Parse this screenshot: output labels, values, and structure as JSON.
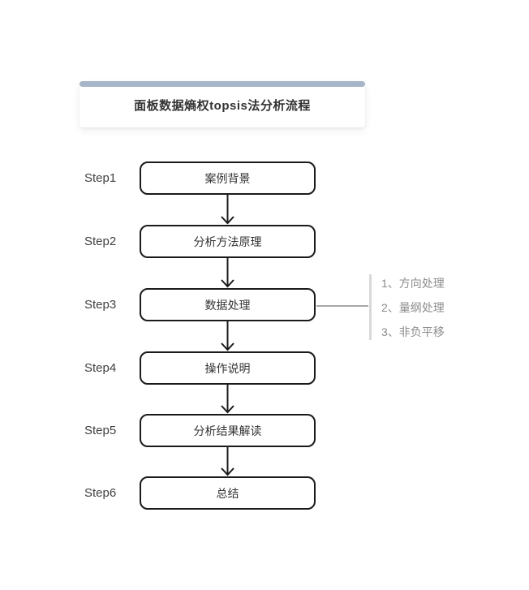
{
  "header": {
    "title": "面板数据熵权topsis法分析流程",
    "accent_color": "#a6b5c7"
  },
  "steps": [
    {
      "label": "Step1",
      "title": "案例背景"
    },
    {
      "label": "Step2",
      "title": "分析方法原理"
    },
    {
      "label": "Step3",
      "title": "数据处理"
    },
    {
      "label": "Step4",
      "title": "操作说明"
    },
    {
      "label": "Step5",
      "title": "分析结果解读"
    },
    {
      "label": "Step6",
      "title": "总结"
    }
  ],
  "side_note": {
    "attached_to": "Step3",
    "items": [
      "1、方向处理",
      "2、量纲处理",
      "3、非负平移"
    ]
  },
  "colors": {
    "box_border": "#1a1a1a",
    "box_text": "#333333",
    "step_label": "#404040",
    "side_text": "#8c8c8c",
    "side_bar": "#d8d8d8"
  }
}
